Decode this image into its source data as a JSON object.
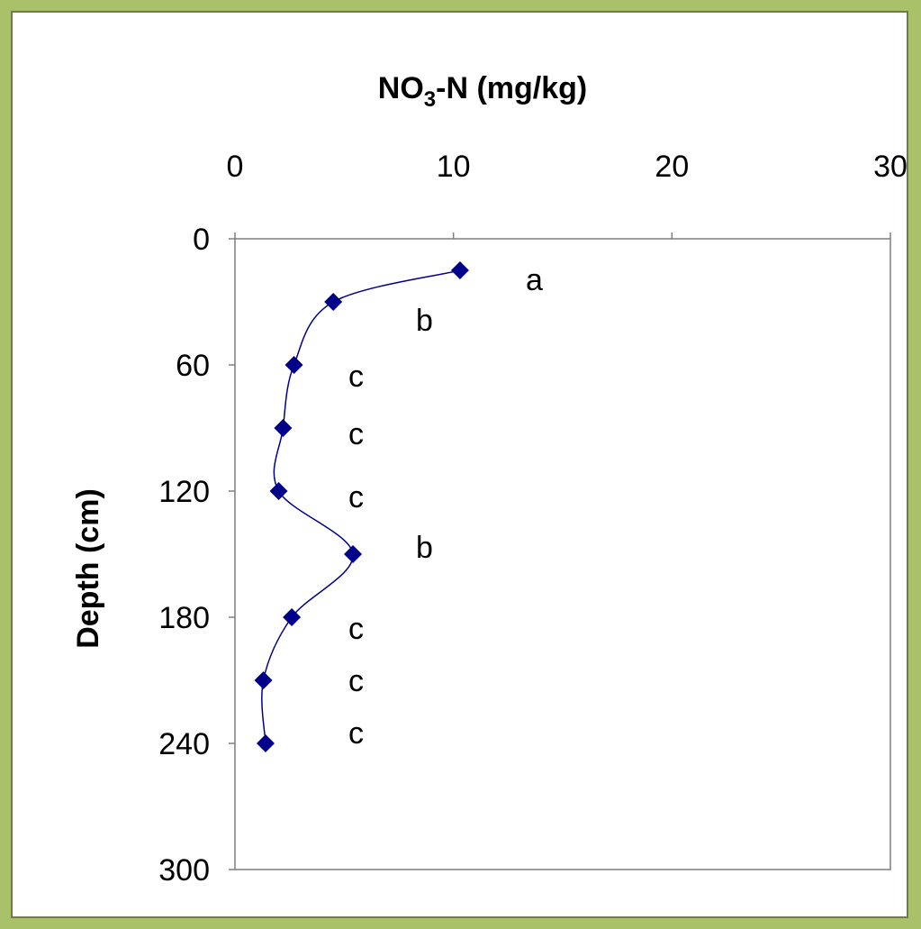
{
  "chart_data": {
    "type": "scatter",
    "title": "",
    "xlabel_main": "NO",
    "xlabel_sub": "3",
    "xlabel_rest": "-N (mg/kg)",
    "ylabel": "Depth (cm)",
    "xlim": [
      0,
      30
    ],
    "ylim": [
      0,
      300
    ],
    "y_inverted": true,
    "x_axis_position": "top",
    "x_ticks": [
      0,
      10,
      20,
      30
    ],
    "y_ticks": [
      0,
      60,
      120,
      180,
      240,
      300
    ],
    "x_tick_labels": [
      "0",
      "10",
      "20",
      "30"
    ],
    "y_tick_labels": [
      "0",
      "60",
      "120",
      "180",
      "240",
      "300"
    ],
    "grid": false,
    "legend": "none",
    "line_style": "smoothed",
    "marker": "diamond",
    "series_color": "#00008b",
    "series": [
      {
        "points": [
          {
            "x": 10.3,
            "y": 15,
            "label": "a"
          },
          {
            "x": 4.5,
            "y": 30,
            "label": "b"
          },
          {
            "x": 2.7,
            "y": 60,
            "label": "c"
          },
          {
            "x": 2.2,
            "y": 90,
            "label": "c"
          },
          {
            "x": 2.0,
            "y": 120,
            "label": "c"
          },
          {
            "x": 5.4,
            "y": 150,
            "label": "b"
          },
          {
            "x": 2.6,
            "y": 180,
            "label": "c"
          },
          {
            "x": 1.3,
            "y": 210,
            "label": "c"
          },
          {
            "x": 1.4,
            "y": 240,
            "label": "c"
          }
        ]
      }
    ]
  }
}
